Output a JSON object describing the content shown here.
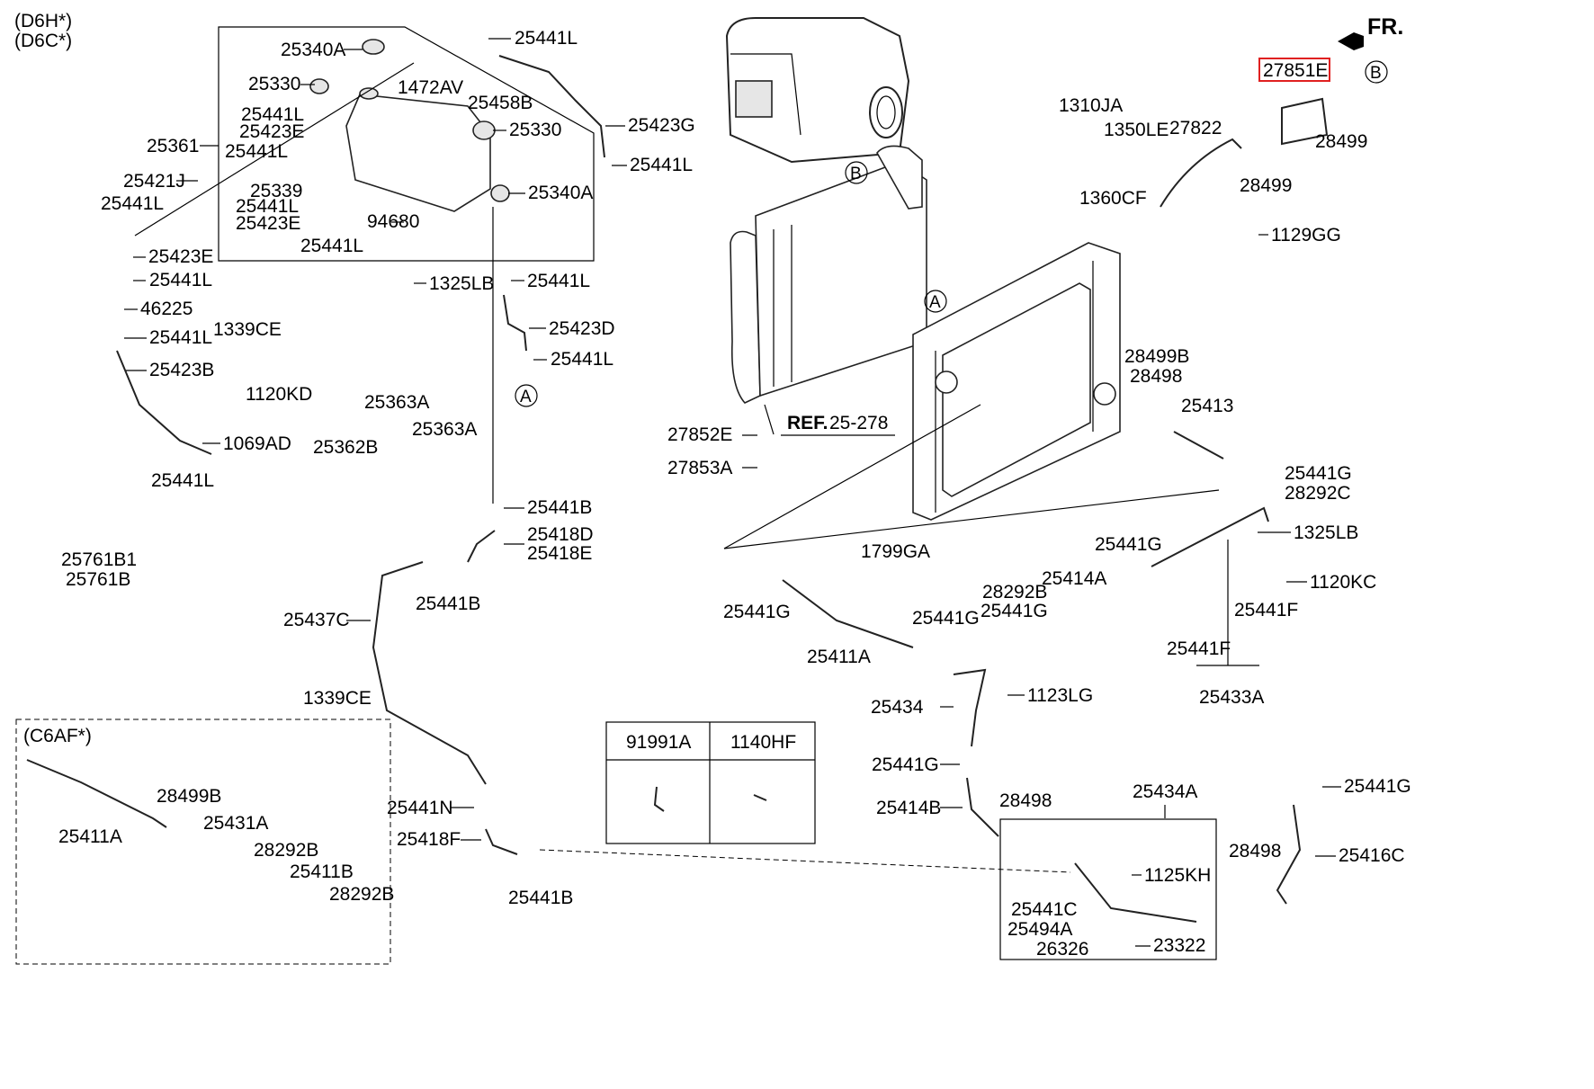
{
  "variants": {
    "d6h": "(D6H*)",
    "d6c": "(D6C*)",
    "c6af": "(C6AF*)"
  },
  "direction": {
    "fr": "FR."
  },
  "ref": {
    "ref_bold": "REF.",
    "ref_num": "25-278"
  },
  "markers": {
    "a": "A",
    "b": "B"
  },
  "highlighted": "27851E",
  "table": {
    "col1": "91991A",
    "col2": "1140HF"
  },
  "labels": {
    "l_25340A_top": "25340A",
    "l_25441L_1": "25441L",
    "l_25330_a": "25330",
    "l_1472AV": "1472AV",
    "l_25458B": "25458B",
    "l_25441L_2": "25441L",
    "l_25423E_1": "25423E",
    "l_25330_b": "25330",
    "l_25423G": "25423G",
    "l_25361": "25361",
    "l_25441L_3": "25441L",
    "l_25441L_4": "25441L",
    "l_25421J": "25421J",
    "l_25339": "25339",
    "l_25340A_b": "25340A",
    "l_25441L_5": "25441L",
    "l_25441L_6": "25441L",
    "l_25423E_2": "25423E",
    "l_94680": "94680",
    "l_25441L_7": "25441L",
    "l_25423E_3": "25423E",
    "l_25441L_8": "25441L",
    "l_1325LB_1": "1325LB",
    "l_25441L_9": "25441L",
    "l_46225": "46225",
    "l_1339CE_1": "1339CE",
    "l_25423D": "25423D",
    "l_25441L_10": "25441L",
    "l_25441L_11": "25441L",
    "l_25423B": "25423B",
    "l_1120KD": "1120KD",
    "l_25363A_1": "25363A",
    "l_25363A_2": "25363A",
    "l_25362B": "25362B",
    "l_1069AD": "1069AD",
    "l_25441L_12": "25441L",
    "l_25441B_1": "25441B",
    "l_25418D": "25418D",
    "l_25418E": "25418E",
    "l_25761B1": "25761B1",
    "l_25761B": "25761B",
    "l_25441B_2": "25441B",
    "l_25437C": "25437C",
    "l_1339CE_2": "1339CE",
    "l_25411A_c": "25411A",
    "l_28499B_c": "28499B",
    "l_25431A": "25431A",
    "l_28292B_c1": "28292B",
    "l_25411B": "25411B",
    "l_28292B_c2": "28292B",
    "l_25441N": "25441N",
    "l_25418F": "25418F",
    "l_25441B_3": "25441B",
    "l_1310JA": "1310JA",
    "l_1350LE": "1350LE",
    "l_27822": "27822",
    "l_28499_1": "28499",
    "l_28499_2": "28499",
    "l_1360CF": "1360CF",
    "l_1129GG": "1129GG",
    "l_28499B": "28499B",
    "l_28498_1": "28498",
    "l_25413": "25413",
    "l_27852E": "27852E",
    "l_27853A": "27853A",
    "l_25441G_1": "25441G",
    "l_28292C": "28292C",
    "l_1325LB_2": "1325LB",
    "l_1799GA": "1799GA",
    "l_25441G_2": "25441G",
    "l_28292B_1": "28292B",
    "l_25414A": "25414A",
    "l_25441G_3": "25441G",
    "l_1120KC": "1120KC",
    "l_25441G_4": "25441G",
    "l_25441G_5": "25441G",
    "l_25441F_1": "25441F",
    "l_25441F_2": "25441F",
    "l_25411A": "25411A",
    "l_25434": "25434",
    "l_1123LG": "1123LG",
    "l_25433A": "25433A",
    "l_25441G_6": "25441G",
    "l_25414B": "25414B",
    "l_28498_2": "28498",
    "l_25434A": "25434A",
    "l_25441G_7": "25441G",
    "l_28498_3": "28498",
    "l_25416C": "25416C",
    "l_1125KH": "1125KH",
    "l_25441C": "25441C",
    "l_25494A": "25494A",
    "l_26326": "26326",
    "l_23322": "23322"
  }
}
